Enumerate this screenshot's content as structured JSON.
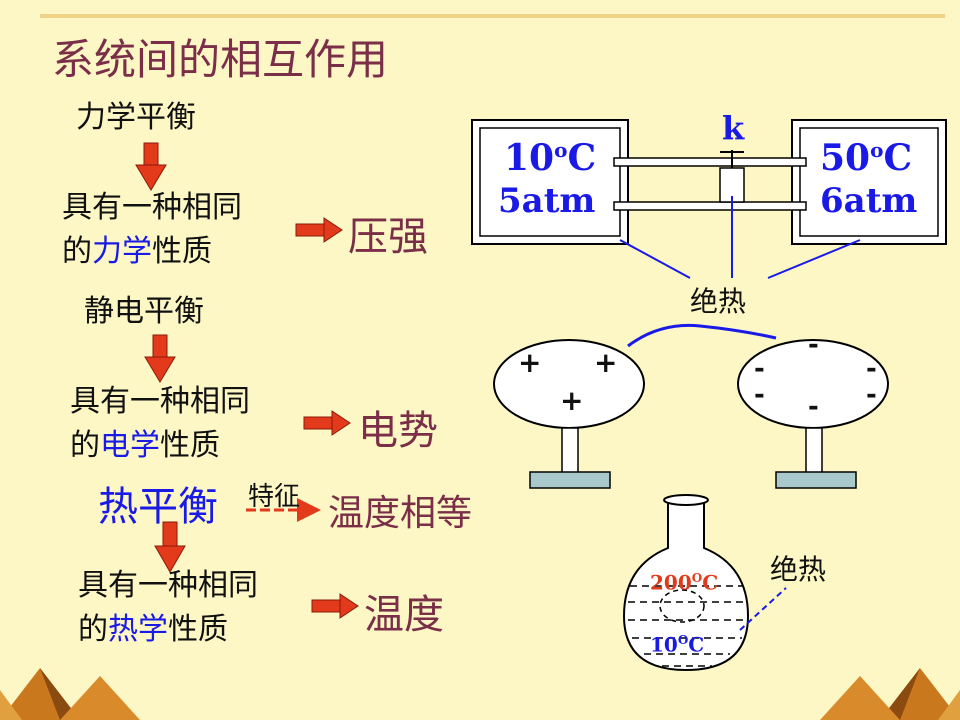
{
  "title": "系统间的相互作用",
  "mechanical": {
    "heading": "力学平衡",
    "line1": "具有一种相同",
    "line2_pre": "的",
    "line2_hl": "力学",
    "line2_post": "性质",
    "result": "压强"
  },
  "electric": {
    "heading": "静电平衡",
    "line1": "具有一种相同",
    "line2_pre": "的",
    "line2_hl": "电学",
    "line2_post": "性质",
    "result": "电势"
  },
  "thermal": {
    "heading": "热平衡",
    "feature": "特征",
    "feature_result": "温度相等",
    "line1": "具有一种相同",
    "line2_pre": "的",
    "line2_hl": "热学",
    "line2_post": "性质",
    "result": "温度"
  },
  "diagram_piston": {
    "left_temp_num": "10",
    "left_temp_sup": "o",
    "left_temp_unit": "C",
    "left_pressure": "5atm",
    "right_temp_num": "50",
    "right_temp_sup": "o",
    "right_temp_unit": "C",
    "right_pressure": "6atm",
    "valve_label": "k",
    "insulation_label": "绝热"
  },
  "diagram_charge": {
    "left_signs": [
      "+",
      "+",
      "+"
    ],
    "right_signs": [
      "-",
      "-",
      "-",
      "-",
      "-",
      "-"
    ]
  },
  "diagram_flask": {
    "inner_temp_num": "200",
    "inner_temp_sup": "O",
    "inner_temp_unit": "C",
    "outer_temp_num": "10",
    "outer_temp_sup": "O",
    "outer_temp_unit": "C",
    "insulation_label": "绝热"
  },
  "colors": {
    "background": "#FCF7C5",
    "title": "#7A2E48",
    "highlight": "#1A1AE6",
    "arrow": "#E23A1A",
    "diagram_text": "#1A1AE6",
    "hot_text": "#E23A1A",
    "stand": "#A8C8CC"
  }
}
